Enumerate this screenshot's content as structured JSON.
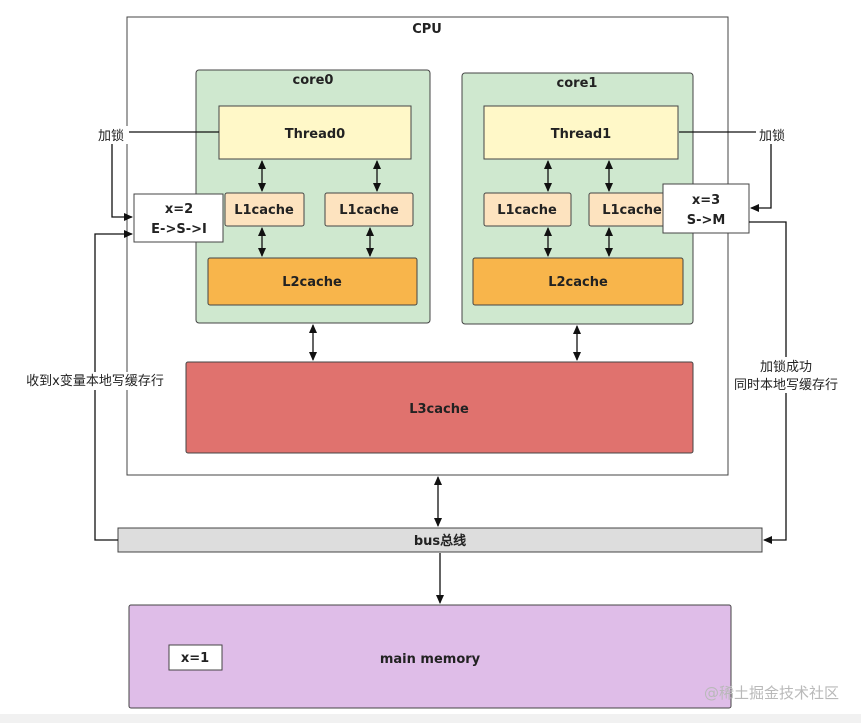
{
  "cpu": {
    "title": "CPU"
  },
  "core0": {
    "title": "core0",
    "thread": "Thread0",
    "l1a": "L1cache",
    "l1b": "L1cache",
    "l2": "L2cache"
  },
  "core1": {
    "title": "core1",
    "thread": "Thread1",
    "l1a": "L1cache",
    "l1b": "L1cache",
    "l2": "L2cache"
  },
  "l3": "L3cache",
  "left_state": {
    "line1": "x=2",
    "line2": "E->S->I"
  },
  "right_state": {
    "line1": "x=3",
    "line2": "S->M"
  },
  "left_lock": "加锁",
  "right_lock": "加锁",
  "left_note": "收到x变量本地写缓存行",
  "right_note": {
    "line1": "加锁成功",
    "line2": "同时本地写缓存行"
  },
  "bus": "bus总线",
  "memory": {
    "label": "main memory",
    "var": "x=1"
  },
  "watermark": "@稀土掘金技术社区",
  "colors": {
    "core_fill": "#cfe8cf",
    "thread_fill": "#fff8c8",
    "l1_fill": "#fde3bf",
    "l2_fill": "#f8b54b",
    "l3_fill": "#e0726e",
    "bus_fill": "#dddddd",
    "memory_fill": "#dfbde8"
  }
}
